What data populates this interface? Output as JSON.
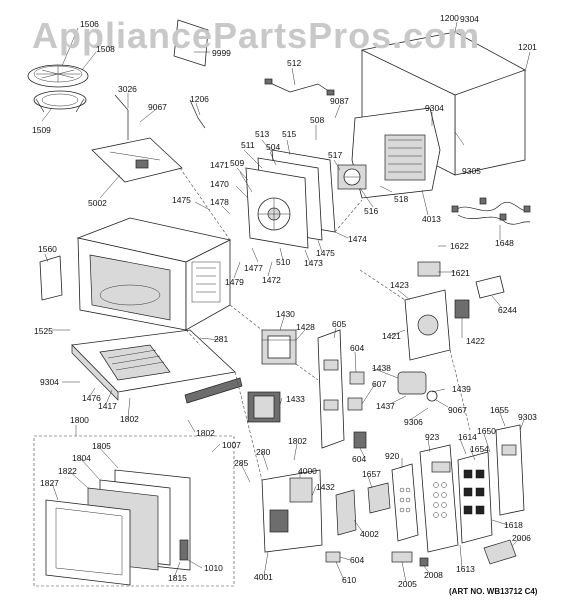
{
  "watermark": "AppliancePartsPros.com",
  "art_number": "(ART NO. WB13712 C4)",
  "labels": [
    "1506",
    "1508",
    "9999",
    "1200",
    "9304",
    "1201",
    "3026",
    "9067",
    "1206",
    "512",
    "9087",
    "1509",
    "508",
    "9304",
    "5002",
    "511",
    "513",
    "515",
    "504",
    "509",
    "517",
    "1471",
    "1470",
    "9305",
    "1475",
    "1478",
    "518",
    "516",
    "4013",
    "1474",
    "1648",
    "1560",
    "1477",
    "510",
    "1473",
    "1475",
    "1622",
    "1479",
    "1472",
    "1621",
    "6244",
    "1525",
    "281",
    "1430",
    "1428",
    "605",
    "1423",
    "1421",
    "1422",
    "9304",
    "604",
    "1438",
    "1476",
    "1417",
    "1802",
    "1433",
    "607",
    "1437",
    "1439",
    "9306",
    "9067",
    "1655",
    "1800",
    "1802",
    "1007",
    "1802",
    "604",
    "923",
    "1614",
    "1650",
    "9303",
    "1805",
    "285",
    "280",
    "4000",
    "920",
    "1654",
    "1804",
    "1822",
    "1827",
    "1432",
    "1657",
    "1618",
    "4002",
    "2006",
    "1010",
    "1815",
    "4001",
    "604",
    "610",
    "2005",
    "2008",
    "1613"
  ]
}
